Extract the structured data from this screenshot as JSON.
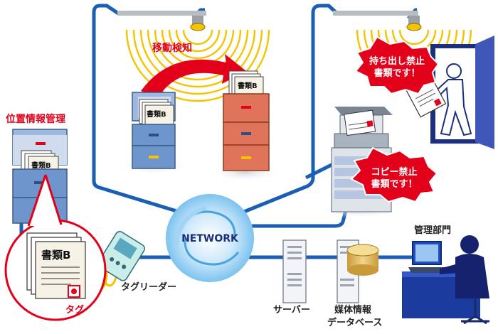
{
  "labels": {
    "position_management": "位置情報管理",
    "movement_detection": "移動検知",
    "network": "NETWORK",
    "tag_reader": "タグリーダー",
    "tag": "タグ",
    "server": "サーバー",
    "media_db_line1": "媒体情報",
    "media_db_line2": "データベース",
    "admin": "管理部門"
  },
  "documents": {
    "doc_b": "書類B"
  },
  "alerts": {
    "no_takeout_line1": "持ち出し禁止",
    "no_takeout_line2": "書類です！",
    "no_copy_line1": "コピー禁止",
    "no_copy_line2": "書類です！"
  },
  "colors": {
    "network_line": "#1a5fb4",
    "alert_red": "#e2001a",
    "cabinet_blue": "#6e95cc",
    "cabinet_orange": "#e0745a",
    "signal_yellow": "#f5c400",
    "door_navy": "#1c2f7c",
    "person_navy": "#15236e"
  }
}
